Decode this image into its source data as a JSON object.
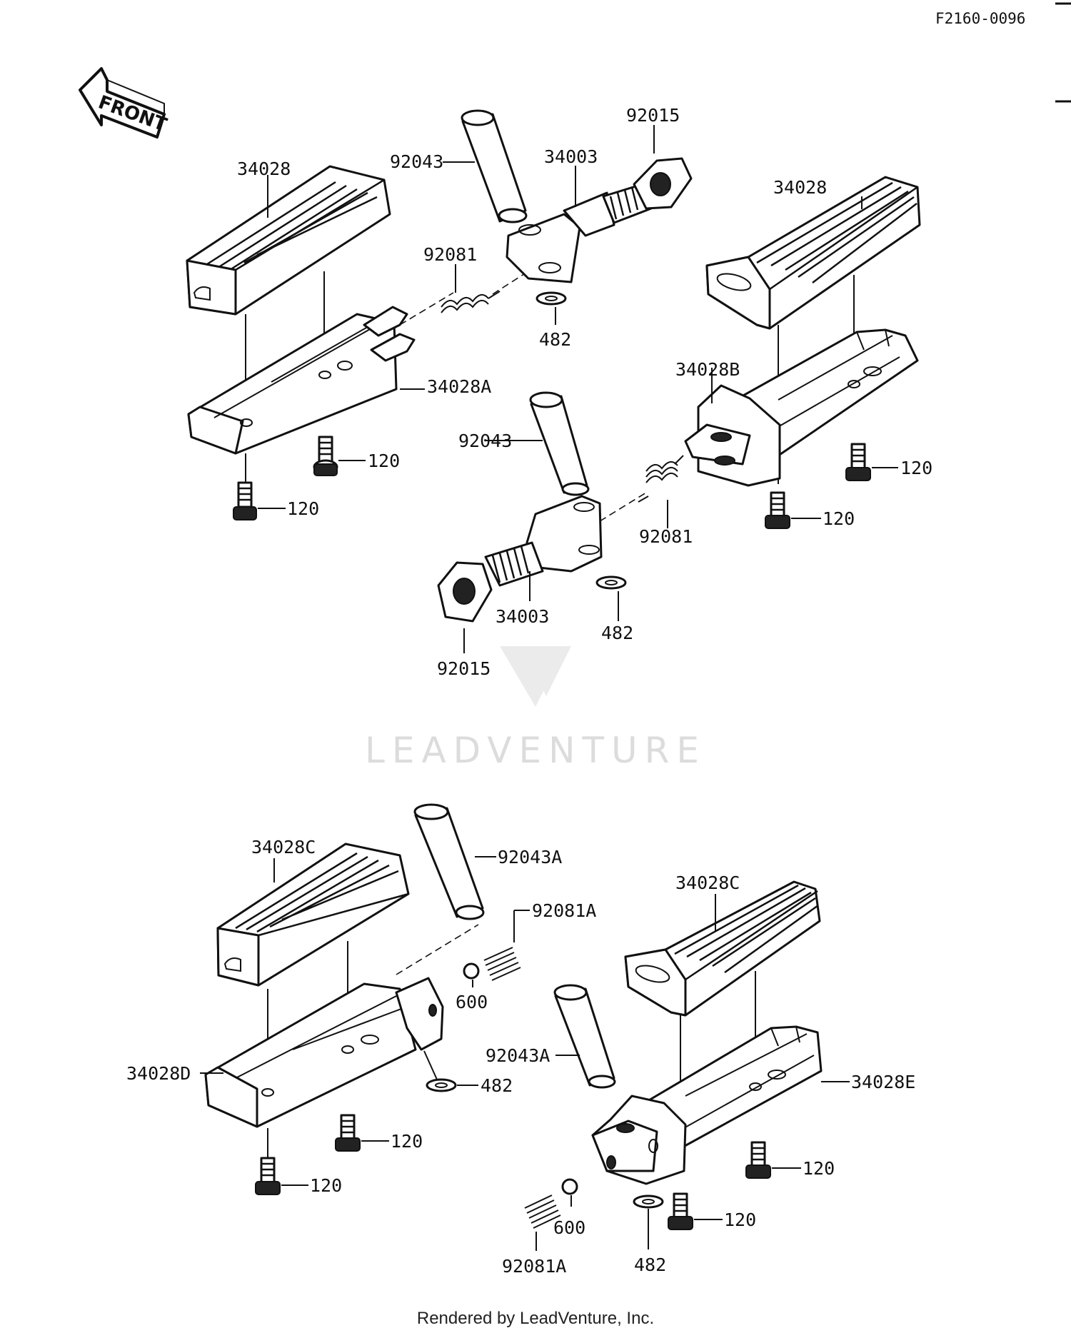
{
  "diagram_code": "F2160-0096",
  "front_label": "FRONT",
  "watermark": "LEADVENTURE",
  "footer": "Rendered by LeadVenture, Inc.",
  "labels": {
    "l_34028_a": "34028",
    "l_92043_a": "92043",
    "l_34003_a": "34003",
    "l_92015_a": "92015",
    "l_92081_a": "92081",
    "l_482_a": "482",
    "l_34028_b": "34028",
    "l_34028A": "34028A",
    "l_34028B": "34028B",
    "l_92043_b": "92043",
    "l_120_a": "120",
    "l_120_b": "120",
    "l_120_c": "120",
    "l_120_d": "120",
    "l_92081_b": "92081",
    "l_34003_b": "34003",
    "l_482_b": "482",
    "l_92015_b": "92015",
    "l_34028C_a": "34028C",
    "l_92043A_a": "92043A",
    "l_92081A_a": "92081A",
    "l_600_a": "600",
    "l_34028C_b": "34028C",
    "l_92043A_b": "92043A",
    "l_34028D": "34028D",
    "l_482_c": "482",
    "l_34028E": "34028E",
    "l_120_e": "120",
    "l_120_f": "120",
    "l_120_g": "120",
    "l_120_h": "120",
    "l_600_b": "600",
    "l_92081A_b": "92081A",
    "l_482_d": "482"
  }
}
